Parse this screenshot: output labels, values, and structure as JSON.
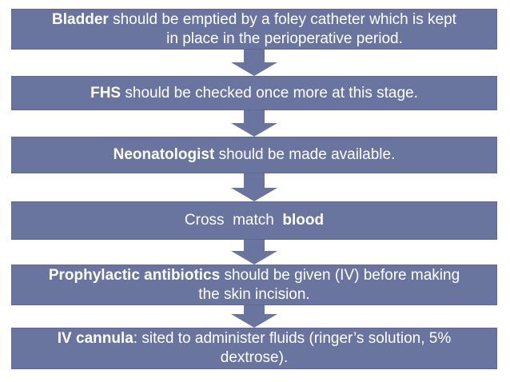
{
  "colors": {
    "box_fill": "#6a759f",
    "box_border": "#5d6896",
    "arrow": "#6a759f",
    "text": "#ffffff",
    "background": "#ffffff"
  },
  "flowchart": {
    "type": "top-down-flow",
    "steps": [
      {
        "bold": "Bladder",
        "rest": " should be emptied by a foley catheter which is kept",
        "line2": "in place in the perioperative period."
      },
      {
        "bold": "FHS",
        "rest": " should be checked once more at this stage."
      },
      {
        "bold": "Neonatologist",
        "rest": " should be made available."
      },
      {
        "pre": "Cross  match  ",
        "bold": "blood"
      },
      {
        "bold": "Prophylactic antibiotics",
        "rest": " should be given (IV) before making",
        "line2": "the skin incision."
      },
      {
        "bold": "IV cannula",
        "rest": ": sited to administer fluids (ringer’s solution, 5%",
        "line2": "dextrose)."
      }
    ]
  }
}
